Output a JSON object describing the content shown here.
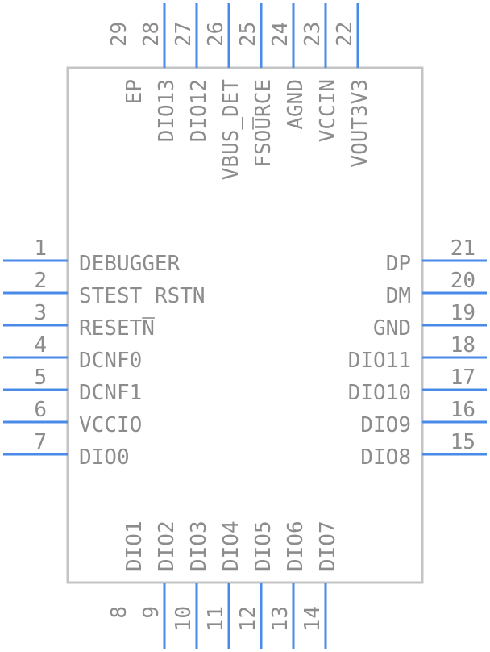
{
  "colors": {
    "pin_line": "#4a8ae8",
    "body_outline": "#c4c4c4",
    "text": "#8c8c8c",
    "background": "#ffffff"
  },
  "left_pins": [
    {
      "num": "1",
      "name": "DEBUGGER"
    },
    {
      "num": "2",
      "name": "STEST_RSTN"
    },
    {
      "num": "3",
      "name": "RESETN",
      "overbar": "N"
    },
    {
      "num": "4",
      "name": "DCNF0"
    },
    {
      "num": "5",
      "name": "DCNF1"
    },
    {
      "num": "6",
      "name": "VCCIO"
    },
    {
      "num": "7",
      "name": "DIO0"
    }
  ],
  "right_pins": [
    {
      "num": "21",
      "name": "DP"
    },
    {
      "num": "20",
      "name": "DM"
    },
    {
      "num": "19",
      "name": "GND"
    },
    {
      "num": "18",
      "name": "DIO11"
    },
    {
      "num": "17",
      "name": "DIO10"
    },
    {
      "num": "16",
      "name": "DIO9"
    },
    {
      "num": "15",
      "name": "DIO8"
    }
  ],
  "top_pins": [
    {
      "num": "29",
      "name": "EP"
    },
    {
      "num": "28",
      "name": "DIO13"
    },
    {
      "num": "27",
      "name": "DIO12"
    },
    {
      "num": "26",
      "name": "VBUS_DET"
    },
    {
      "num": "25",
      "name": "FSOURCE",
      "overbar": "U"
    },
    {
      "num": "24",
      "name": "AGND"
    },
    {
      "num": "23",
      "name": "VCCIN"
    },
    {
      "num": "22",
      "name": "VOUT3V3"
    }
  ],
  "bottom_pins": [
    {
      "num": "8",
      "name": "DIO1"
    },
    {
      "num": "9",
      "name": "DIO2"
    },
    {
      "num": "10",
      "name": "DIO3"
    },
    {
      "num": "11",
      "name": "DIO4"
    },
    {
      "num": "12",
      "name": "DIO5"
    },
    {
      "num": "13",
      "name": "DIO6"
    },
    {
      "num": "14",
      "name": "DIO7"
    }
  ]
}
